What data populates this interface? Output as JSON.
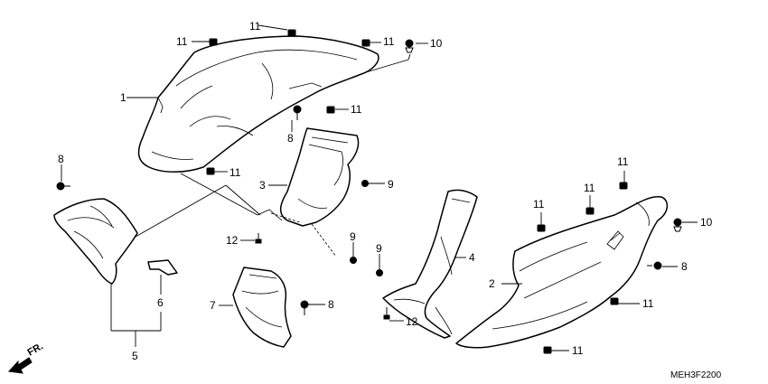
{
  "callouts": {
    "c1": "1",
    "c2": "2",
    "c3": "3",
    "c4": "4",
    "c5": "5",
    "c6": "6",
    "c7": "7",
    "c8a": "8",
    "c8b": "8",
    "c8c": "8",
    "c8d": "8",
    "c9a": "9",
    "c9b": "9",
    "c9c": "9",
    "c10a": "10",
    "c10b": "10",
    "c11a": "11",
    "c11b": "11",
    "c11c": "11",
    "c11d": "11",
    "c11e": "11",
    "c11f": "11",
    "c11g": "11",
    "c11h": "11",
    "c11i": "11",
    "c11j": "11",
    "c12a": "12",
    "c12b": "12"
  },
  "direction_label": "FR.",
  "diagram_code": "MEH3F2200"
}
